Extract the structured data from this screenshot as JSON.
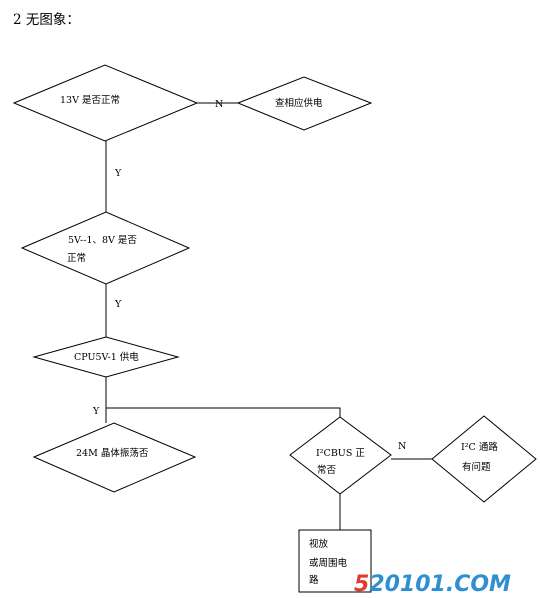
{
  "heading": "2  无图象：",
  "nodes": {
    "check_13v": "13V 是否正常",
    "check_supply": "查相应供电",
    "check_5v_8v_line1": "5V--1、8V  是否",
    "check_5v_8v_line2": "正常",
    "cpu_5v1": "CPU5V-1 供电",
    "crystal_24m": "24M 晶体振荡否",
    "i2c_bus_line1": "I²CBUS  正",
    "i2c_bus_line2": "常否",
    "i2c_problem_line1": "I²C  通路",
    "i2c_problem_line2": "有问题",
    "video_line1": "视放",
    "video_line2": "或周围电",
    "video_line3": "路"
  },
  "edge_labels": {
    "n1": "N",
    "y1": "Y",
    "y2": "Y",
    "y3": "Y",
    "n2": "N"
  },
  "watermark": {
    "text": "520101.COM",
    "colors": {
      "accent": "#e23b2e",
      "main": "#2f8fcf"
    }
  }
}
